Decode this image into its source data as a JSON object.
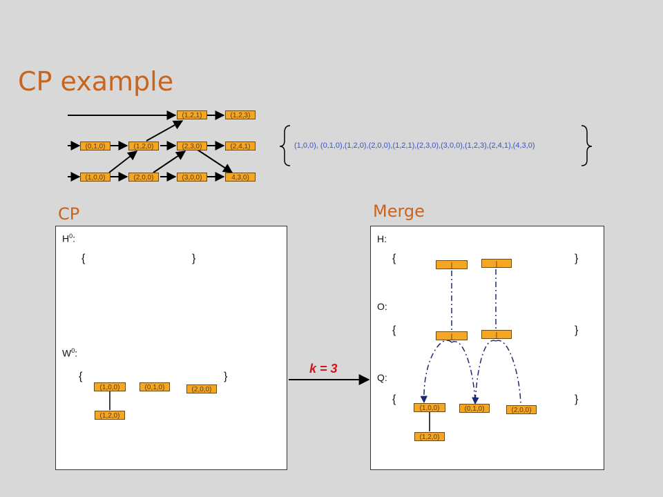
{
  "title": "CP example",
  "graph": {
    "nodes": [
      "(1,2,1)",
      "(1,2,3)",
      "(0,1,0)",
      "(1,2,0)",
      "(2,3,0)",
      "(2,4,1)",
      "(1,0,0)",
      "(2,0,0)",
      "(3,0,0)",
      "4,3,0)"
    ]
  },
  "sequence": "(1,0,0),  (0,1,0),(1,2,0),(2,0,0),(1,2,1),(2,3,0),(3,0,0),(1,2,3),(2,4,1),(4,3,0)",
  "cp": {
    "heading": "CP",
    "h0_label": "H",
    "h0_sup": "0",
    "w0_label": "W",
    "w0_sup": "0",
    "colon": ":",
    "open_brace": "{",
    "close_brace": "}",
    "w_nodes": [
      "(1,0,0)",
      "(0,1,0)",
      "(2,0,0)",
      "(1,2,0)"
    ]
  },
  "k_label": "k = 3",
  "merge": {
    "heading": "Merge",
    "h_label": "H:",
    "o_label": "O:",
    "q_label": "Q:",
    "open_brace": "{",
    "close_brace": "}",
    "bottom_symbol": "⊥",
    "q_nodes": [
      "(1,0,0)",
      "(0,1,0)",
      "(2,0,0)",
      "(1,2,0)"
    ]
  }
}
